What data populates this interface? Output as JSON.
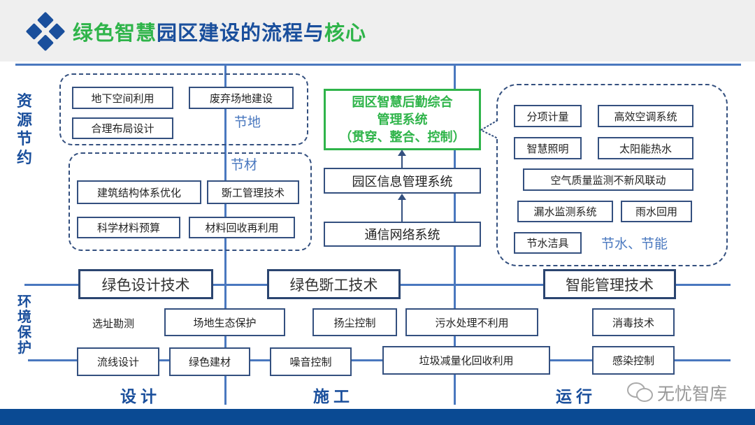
{
  "title": {
    "part1": "绿色智慧",
    "part2": "园区建设的流程与",
    "part3": "核心"
  },
  "colors": {
    "green": "#2fb44a",
    "blue": "#1a4f9c",
    "line": "#4a78bf",
    "footer": "#0a4a93"
  },
  "side_labels": {
    "resource": "资源节约",
    "environment": "环境保护"
  },
  "land": {
    "label": "节地",
    "items": [
      "地下空间利用",
      "废弃场地建设",
      "合理布局设计"
    ]
  },
  "material": {
    "label": "节材",
    "items": [
      "建筑结构体系优化",
      "斲工管理技术",
      "科学材料预算",
      "材料回收再利用"
    ]
  },
  "center": {
    "core_line1": "园区智慧后勤综合",
    "core_line2": "管理系统",
    "core_line3": "（贯穿、整合、控制）",
    "info": "园区信息管理系统",
    "network": "通信网络系统"
  },
  "energy": {
    "label": "节水、节能",
    "items": [
      "分项计量",
      "高效空调系统",
      "智慧照明",
      "太阳能热水",
      "空气质量监测不新风联动",
      "漏水监测系统",
      "雨水回用",
      "节水洁具"
    ]
  },
  "tech": [
    "绿色设计技术",
    "绿色斲工技术",
    "智能管理技术"
  ],
  "env_row1": [
    "选址勘测",
    "场地生态保护",
    "扬尘控制",
    "污水处理不利用",
    "消毒技术"
  ],
  "env_row2": [
    "流线设计",
    "绿色建材",
    "噪音控制",
    "垃圾减量化回收利用",
    "感染控制"
  ],
  "phases": [
    "设计",
    "施工",
    "运行"
  ],
  "watermark": "无忧智库"
}
